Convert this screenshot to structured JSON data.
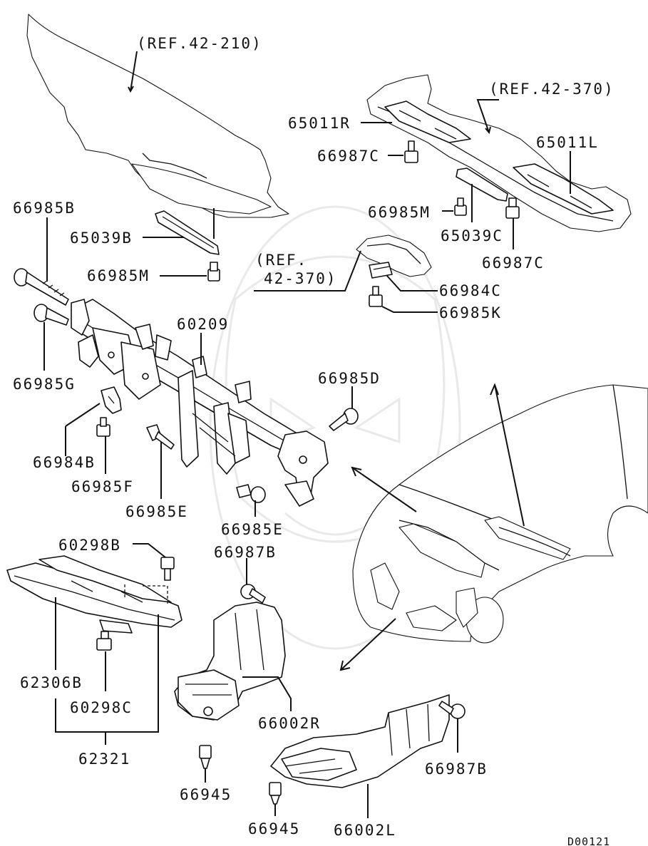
{
  "labels": {
    "ref_42_210": "(REF.42-210)",
    "ref_42_370_top": "(REF.42-370)",
    "ref_42_370_mid_line1": "(REF.",
    "ref_42_370_mid_line2": "42-370)",
    "p65011R": "65011R",
    "p65011L": "65011L",
    "p66987C_top": "66987C",
    "p66987C_right": "66987C",
    "p66985M_right": "66985M",
    "p65039C": "65039C",
    "p66984C": "66984C",
    "p66985K": "66985K",
    "p66985B": "66985B",
    "p65039B": "65039B",
    "p66985M_left": "66985M",
    "p66985G": "66985G",
    "p60209": "60209",
    "p66985D": "66985D",
    "p66984B": "66984B",
    "p66985F": "66985F",
    "p66985E_left": "66985E",
    "p66985E_right": "66985E",
    "p60298B": "60298B",
    "p66987B_mid": "66987B",
    "p62306B": "62306B",
    "p60298C": "60298C",
    "p62321": "62321",
    "p66002R": "66002R",
    "p66945_left": "66945",
    "p66945_bottom": "66945",
    "p66002L": "66002L",
    "p66987B_right": "66987B",
    "diagram_code": "D00121"
  }
}
